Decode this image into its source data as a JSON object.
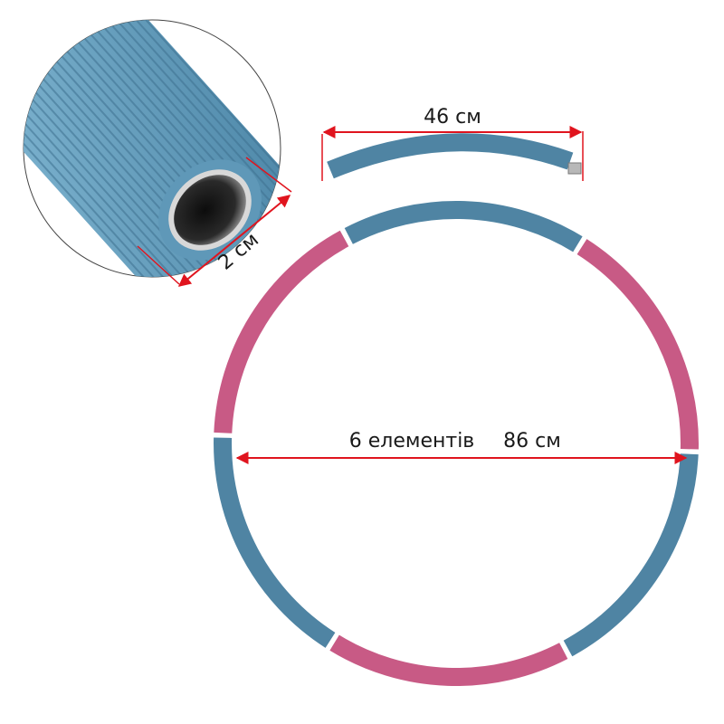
{
  "colors": {
    "segment_blue": "#4f84a3",
    "segment_pink": "#c85a85",
    "tube_light": "#6fa7c6",
    "tube_dark": "#3f7190",
    "arrow_red": "#e0141e",
    "inner_dark": "#1c1c1c",
    "metal": "#b8b8b8"
  },
  "labels": {
    "segment_length": "46 см",
    "tube_diameter": "2 см",
    "element_count": "6 елементів",
    "hoop_diameter": "86 см"
  },
  "hoop": {
    "segment_count": 6,
    "segment_colors": [
      "blue",
      "pink",
      "blue",
      "pink",
      "blue",
      "pink"
    ]
  },
  "icons": {
    "tube_closeup": "tube-crosssection-icon",
    "arrow": "double-arrow-icon"
  }
}
